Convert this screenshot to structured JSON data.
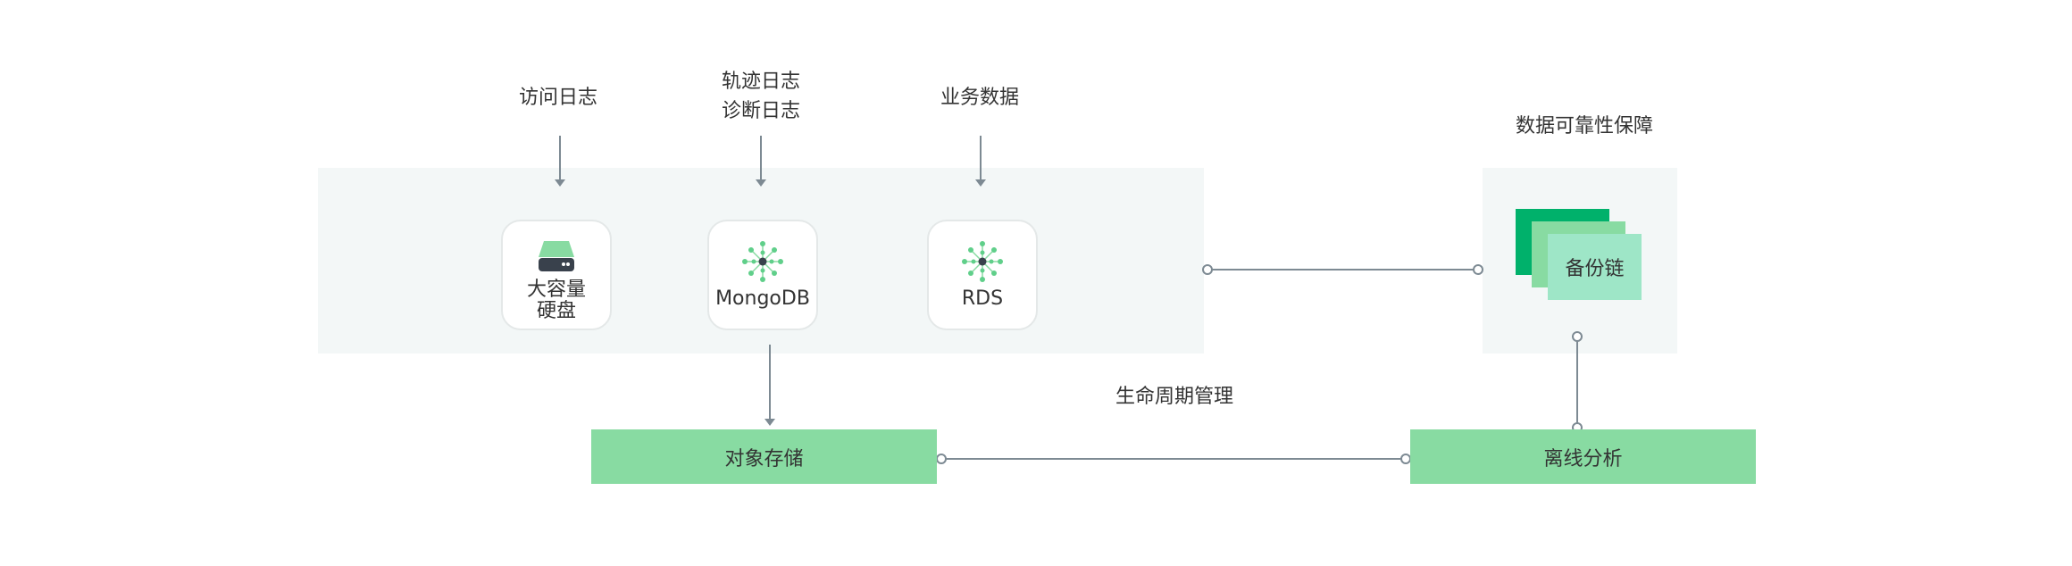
{
  "sources": {
    "access_log": "访问日志",
    "trace_log": "轨迹日志",
    "diagnostic_log": "诊断日志",
    "business_data": "业务数据"
  },
  "storage": {
    "disk_line1": "大容量",
    "disk_line2": "硬盘",
    "mongodb": "MongoDB",
    "rds": "RDS"
  },
  "reliability": {
    "title": "数据可靠性保障",
    "backup_chain": "备份链"
  },
  "lifecycle": {
    "title": "生命周期管理",
    "object_storage": "对象存储",
    "offline_analysis": "离线分析"
  },
  "colors": {
    "panel": "#f3f7f7",
    "green_light": "#88dba2",
    "green_dark": "#00b16b",
    "green_pale": "#9ee6c7",
    "line": "#7d8a93",
    "text": "#333333"
  },
  "icons": {
    "disk": "hard-disk-icon",
    "mongodb": "network-node-icon",
    "rds": "network-node-icon"
  }
}
